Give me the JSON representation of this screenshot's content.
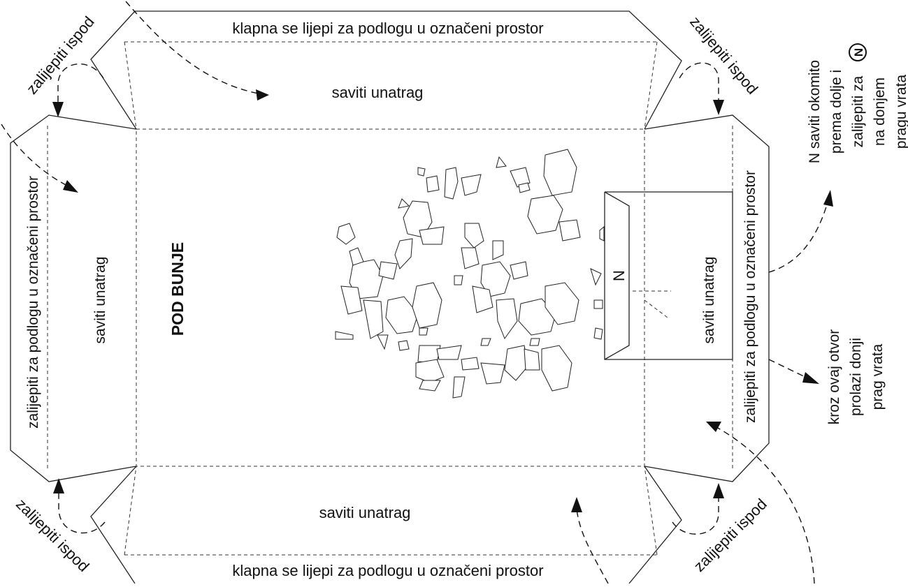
{
  "labels": {
    "top_flap": "klapna se lijepi za podlogu u označeni prostor",
    "bottom_flap": "klapna se lijepi za podlogu u označeni prostor",
    "fold_top": "saviti unatrag",
    "fold_bottom": "saviti unatrag",
    "fold_left": "saviti unatrag",
    "fold_right": "saviti unatrag",
    "glue_left": "zalijepiti za podlogu u označeni prostor",
    "glue_right": "zalijepiti za podlogu u označeni prostor",
    "glue_under_tl": "zalijepiti ispod",
    "glue_under_tr": "zalijepiti ispod",
    "glue_under_bl": "zalijepiti ispod",
    "glue_under_br": "zalijepiti ispod",
    "title": "POD BUNJE",
    "door_letter": "N",
    "note_n_lines": [
      "N saviti okomito",
      "prema dolje i",
      "zalijepiti za",
      "na donjem",
      "pragu vrata"
    ],
    "note_n_symbol": "N",
    "note_hole_lines": [
      "kroz ovaj otvor",
      "prolazi donji",
      "prag vrata"
    ]
  }
}
